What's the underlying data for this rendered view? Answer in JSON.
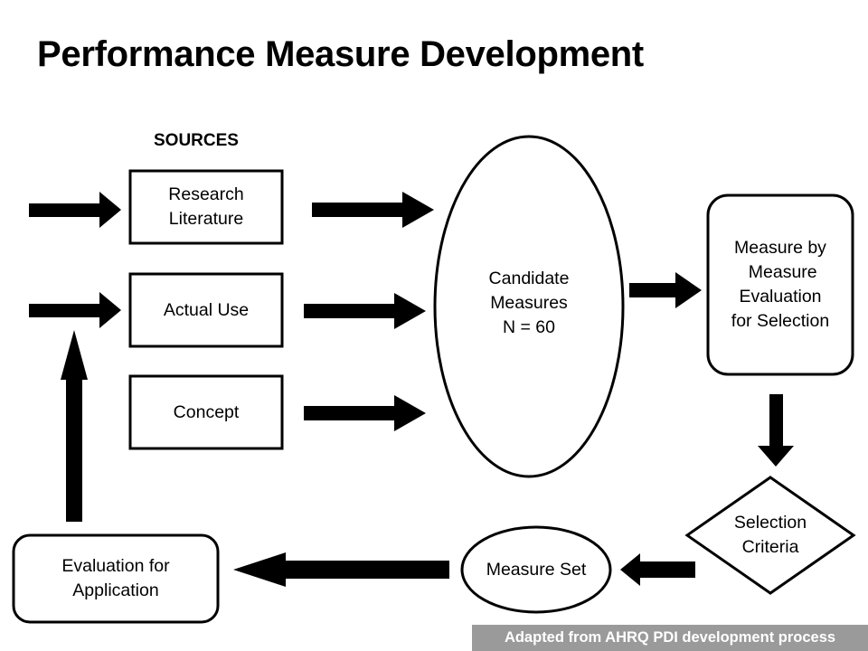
{
  "title": "Performance Measure Development",
  "sources_label": "SOURCES",
  "nodes": {
    "research_literature": "Research\nLiterature",
    "actual_use": "Actual Use",
    "concept": "Concept",
    "candidate_measures": "Candidate\nMeasures\nN = 60",
    "measure_evaluation": "Measure by\n Measure\nEvaluation\nfor Selection",
    "selection_criteria": "Selection\nCriteria",
    "measure_set": "Measure Set",
    "evaluation_application": "Evaluation for\nApplication"
  },
  "footer": "Adapted from AHRQ PDI development process"
}
